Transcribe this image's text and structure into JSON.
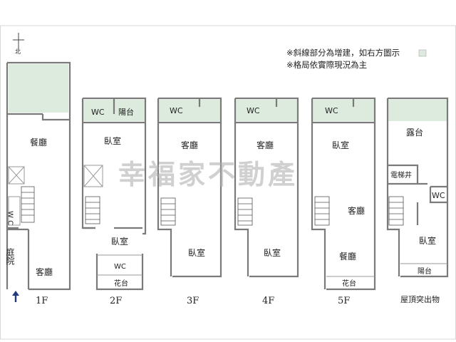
{
  "notes": [
    "※斜線部分為增建，如右方圖示",
    "※格局依實際現況為主"
  ],
  "legend_color": "#dcebdd",
  "watermark": "幸福家不動產",
  "north_mark": "北",
  "floors": [
    {
      "id": "1F",
      "label": "1F",
      "rooms": {
        "dining": "餐廳",
        "wc": "W C",
        "courtyard": "庭院",
        "living": "客廳"
      }
    },
    {
      "id": "2F",
      "label": "2F",
      "rooms": {
        "wc_top": "WC",
        "balcony": "陽台",
        "bed_top": "臥室",
        "bed_bottom": "臥室",
        "wc_bottom": "WC",
        "planter": "花台"
      }
    },
    {
      "id": "3F",
      "label": "3F",
      "rooms": {
        "wc": "WC",
        "living": "客廳",
        "bedroom": "臥室"
      }
    },
    {
      "id": "4F",
      "label": "4F",
      "rooms": {
        "wc": "WC",
        "living": "客廳",
        "bedroom": "臥室"
      }
    },
    {
      "id": "5F",
      "label": "5F",
      "rooms": {
        "wc": "WC",
        "bedroom": "臥室",
        "living": "客廳",
        "dining": "餐廳",
        "planter": "花台"
      }
    },
    {
      "id": "roof",
      "label": "屋頂突出物",
      "rooms": {
        "terrace": "露台",
        "elevator": "電梯井",
        "wc": "WC",
        "bedroom": "臥室",
        "balcony": "陽台"
      }
    }
  ]
}
